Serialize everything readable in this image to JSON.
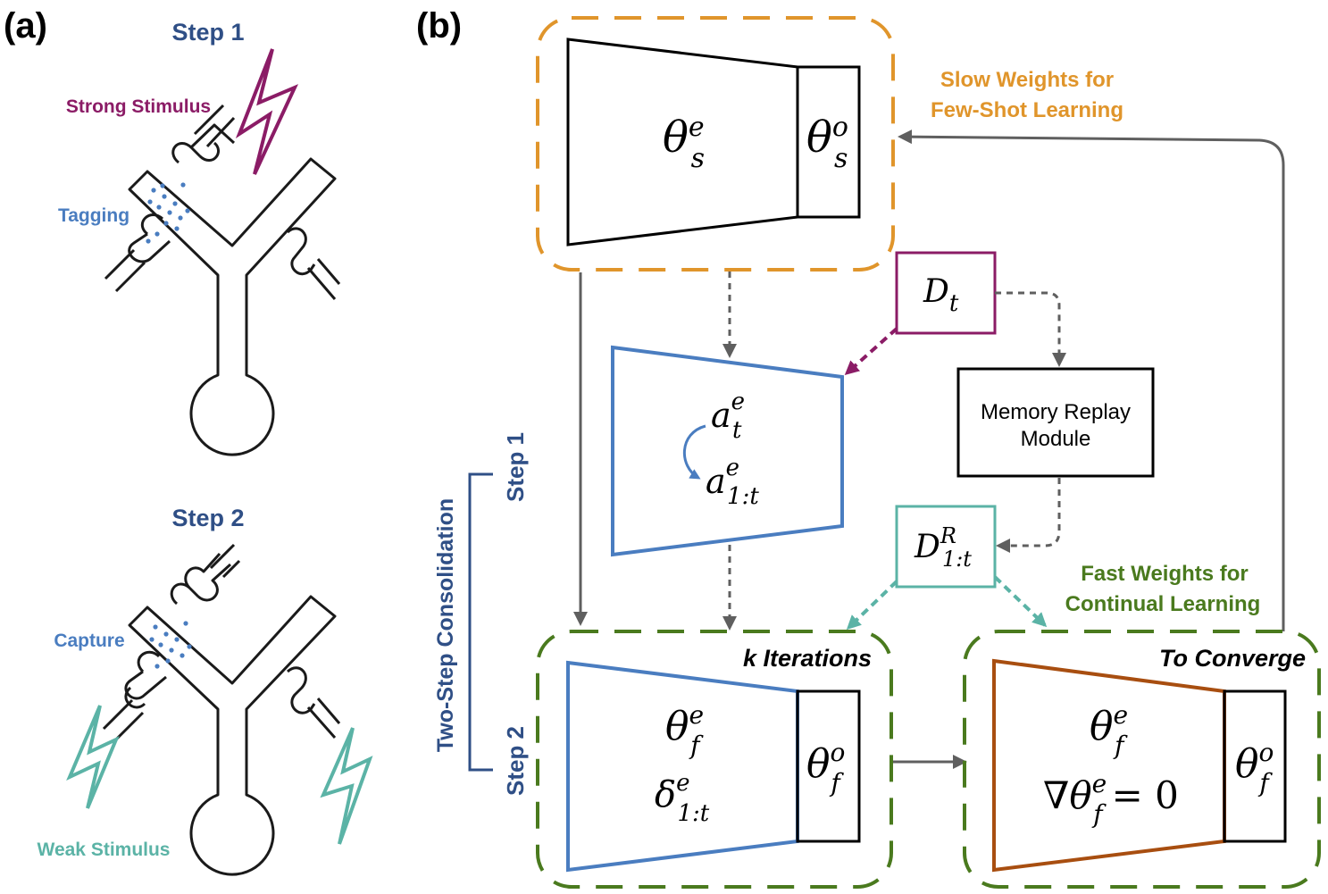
{
  "panel_a": {
    "label": "(a)",
    "step1": "Step 1",
    "step2": "Step 2",
    "strong_stimulus": "Strong Stimulus",
    "tagging": "Tagging",
    "capture": "Capture",
    "weak_stimulus": "Weak Stimulus"
  },
  "panel_b": {
    "label": "(b)",
    "slow_weights_line1": "Slow Weights for",
    "slow_weights_line2": "Few-Shot Learning",
    "fast_weights_line1": "Fast Weights for",
    "fast_weights_line2": "Continual Learning",
    "memory_replay_line1": "Memory Replay",
    "memory_replay_line2": "Module",
    "two_step": "Two-Step Consolidation",
    "step1": "Step 1",
    "step2": "Step 2",
    "k_iterations": "k Iterations",
    "to_converge": "To Converge",
    "theta": "θ",
    "delta": "δ",
    "a": "a",
    "D": "D",
    "nabla": "∇",
    "eq_zero": "= 0",
    "sup_e": "e",
    "sup_o": "o",
    "sup_R": "R",
    "sub_s": "s",
    "sub_f": "f",
    "sub_t": "t",
    "sub_1t": "1:t"
  },
  "colors": {
    "orange": "#E0952B",
    "green": "#4A7A1E",
    "blue": "#4A7DC0",
    "navy": "#2F4F86",
    "purple": "#8B1C66",
    "teal": "#5BB3A6",
    "brown": "#A84E10",
    "gray": "#5f5f5f"
  }
}
